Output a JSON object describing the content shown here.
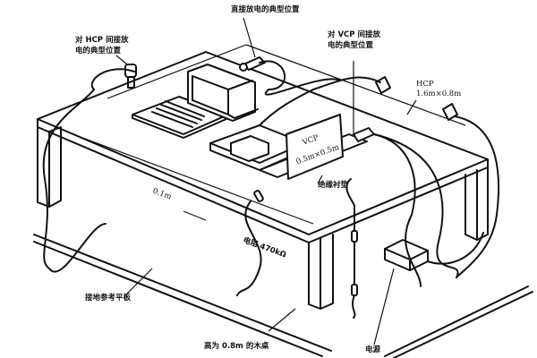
{
  "diagram": {
    "title": "ESD immunity test setup (table-top equipment)",
    "labels": {
      "direct_discharge": "直接放电的典型位置",
      "hcp_indirect_line1": "对 HCP 间接放",
      "hcp_indirect_line2": "电的典型位置",
      "vcp_indirect_line1": "对 VCP 间接放",
      "vcp_indirect_line2": "电的典型位置",
      "hcp_name": "HCP",
      "hcp_size": "1.6m×0.8m",
      "vcp_name": "VCP",
      "vcp_size": "0.5m×0.5m",
      "insulation_pad": "绝缘衬垫",
      "spacing": "0.1m",
      "resistor": "电阻 470kΩ",
      "ground_plane": "接地参考平板",
      "table": "高为 0.8m 的木桌",
      "power_supply": "电源"
    }
  }
}
